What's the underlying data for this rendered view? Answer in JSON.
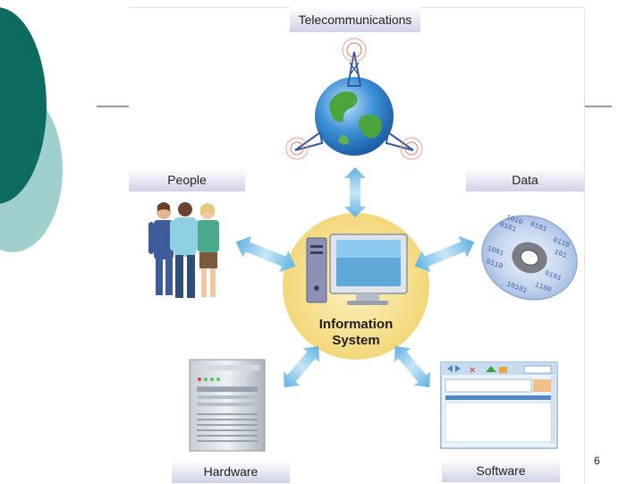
{
  "diagram": {
    "center_label_line1": "Information",
    "center_label_line2": "System",
    "components": {
      "telecommunications": "Telecommunications",
      "people": "People",
      "data": "Data",
      "hardware": "Hardware",
      "software": "Software"
    }
  },
  "slide": {
    "page_number": "6"
  },
  "colors": {
    "slide_accent_dark": "#0e6b5f",
    "slide_accent_light": "#9fd0cd",
    "arrow_blue": "#7ec3ea",
    "center_glow": "#f6e08e"
  }
}
